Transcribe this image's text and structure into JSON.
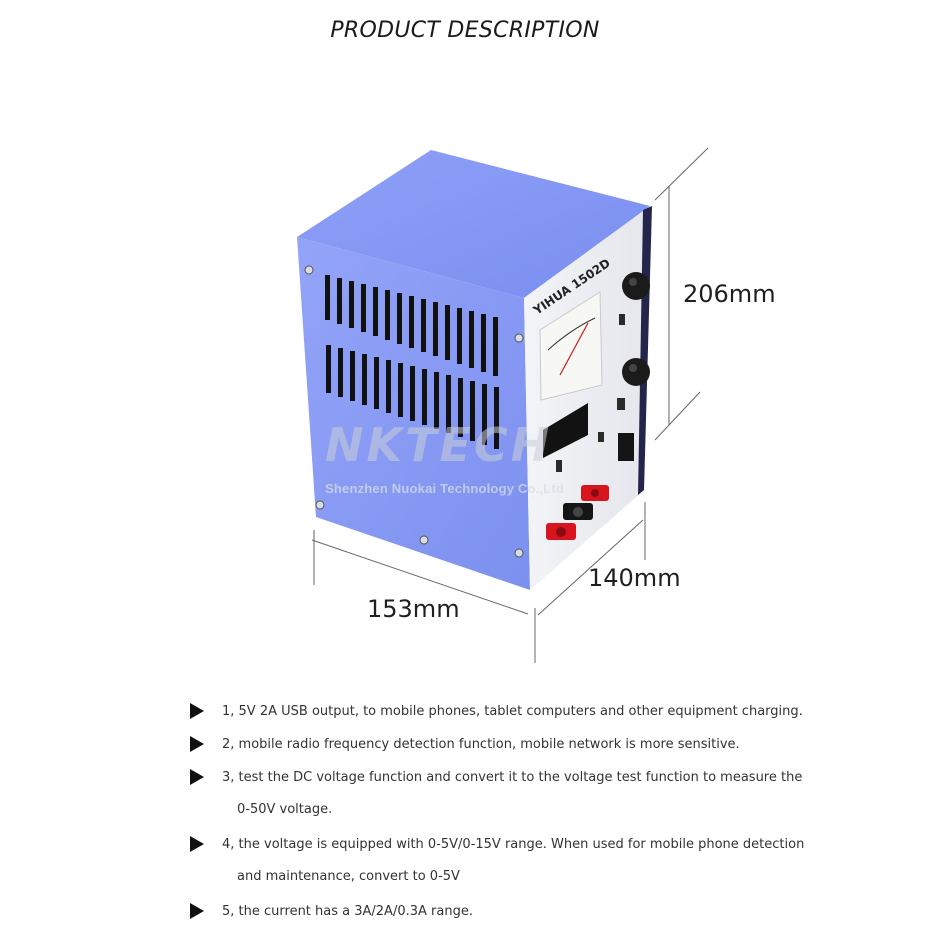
{
  "header": {
    "title": "PRODUCT DESCRIPTION"
  },
  "product": {
    "model_label": "1502D",
    "brand_label": "YIHUA",
    "dimensions": {
      "height": "206mm",
      "depth": "140mm",
      "width": "153mm"
    },
    "colors": {
      "body": "#8a9cf5",
      "body_dark": "#6f84ec",
      "panel": "#eef0f4",
      "terminal_red": "#d8141e",
      "terminal_black": "#151515"
    }
  },
  "watermark": {
    "brand": "NKTECH",
    "company": "Shenzhen Nuokai Technology Co.,Ltd"
  },
  "features": [
    {
      "text": "1, 5V 2A USB output, to mobile phones, tablet computers and other equipment charging."
    },
    {
      "text": "2, mobile radio frequency detection function, mobile network is more sensitive."
    },
    {
      "text": "3, test the DC voltage function and convert it to the voltage test function to measure the",
      "cont": "0-50V voltage."
    },
    {
      "text": "4, the voltage is equipped with 0-5V/0-15V range. When used for mobile phone detection",
      "cont": "and maintenance, convert to 0-5V"
    },
    {
      "text": "5, the current has a 3A/2A/0.3A range."
    }
  ]
}
